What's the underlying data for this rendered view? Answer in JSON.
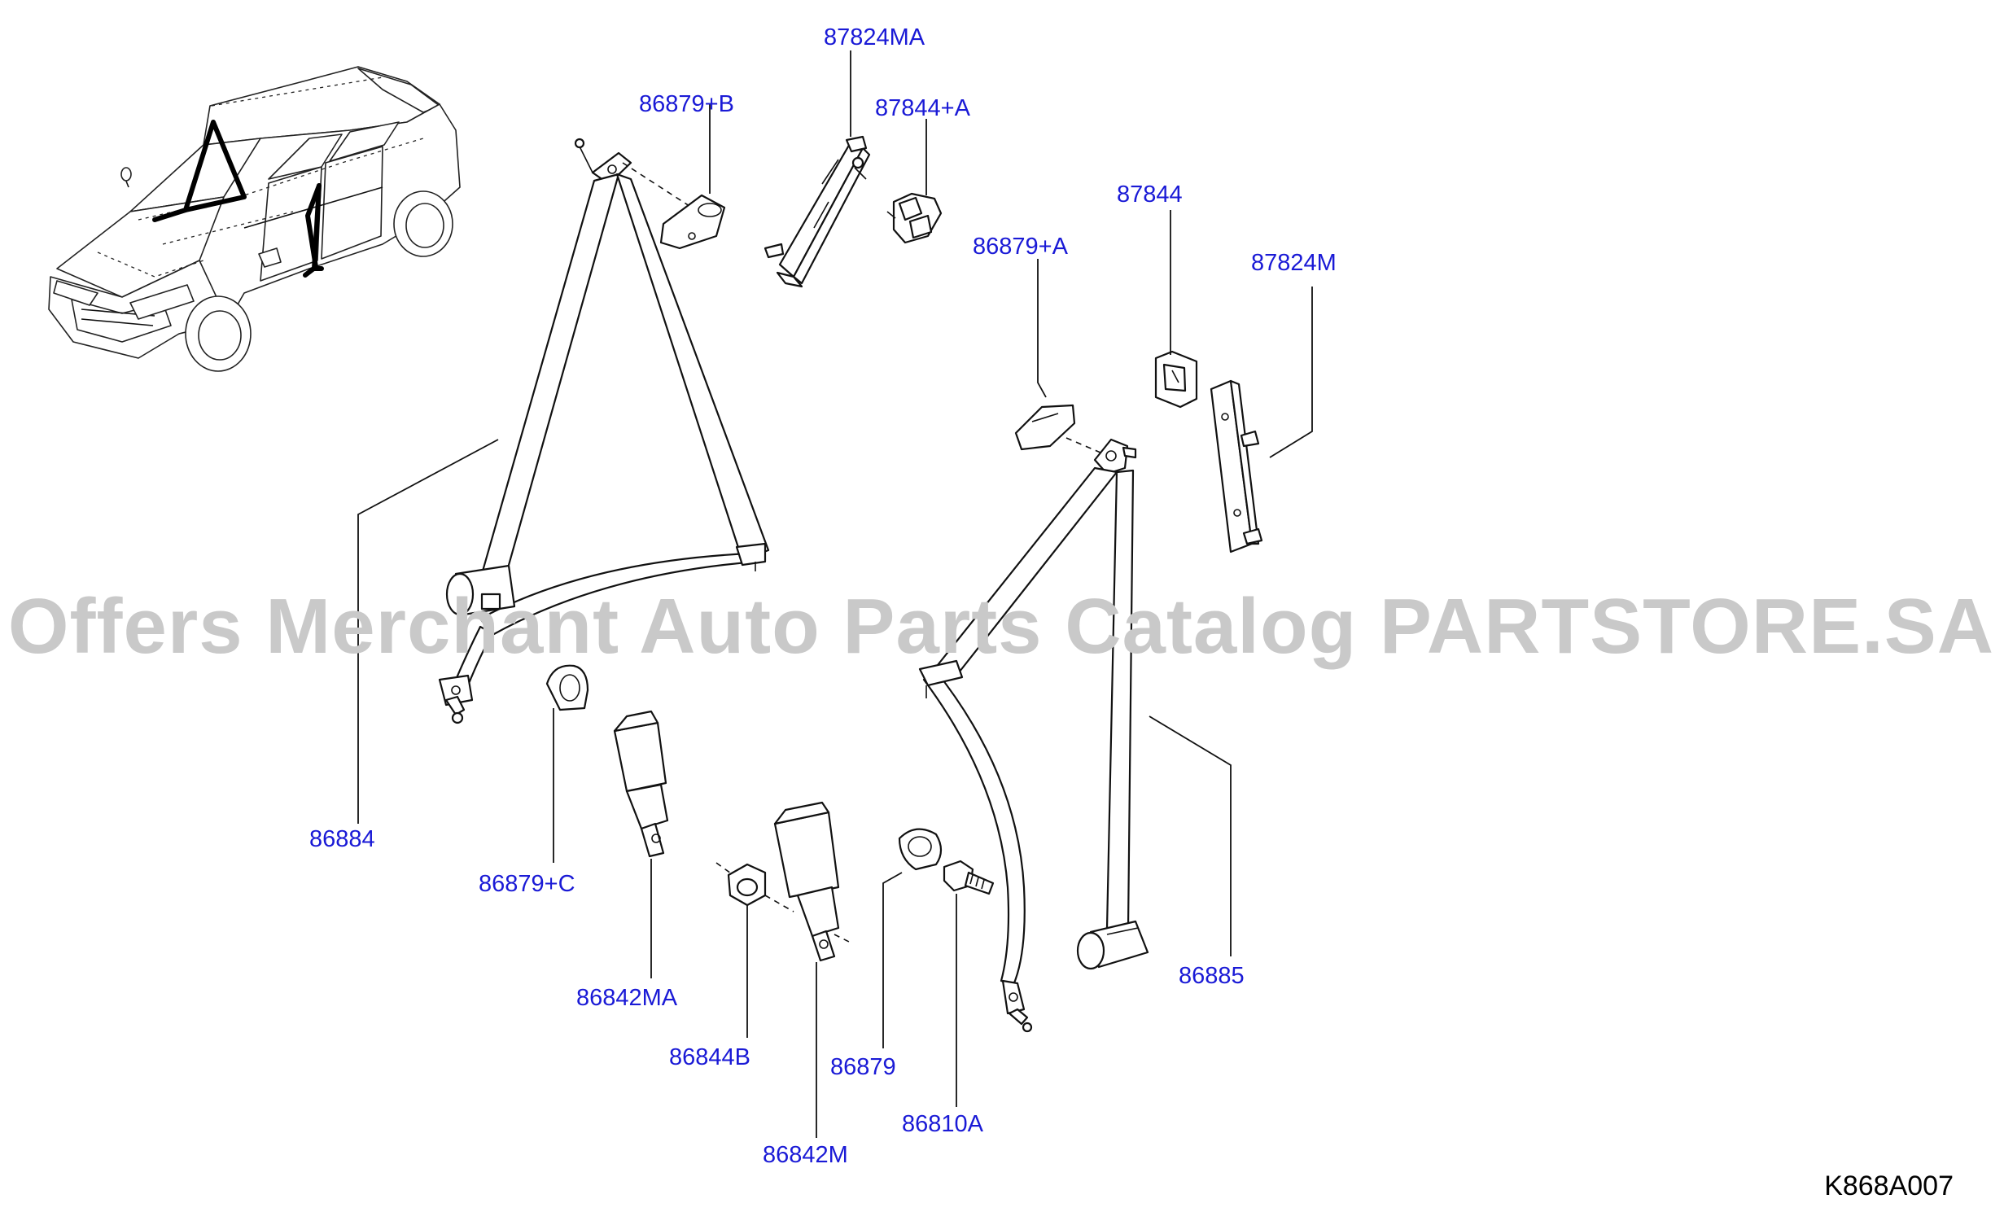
{
  "diagram": {
    "watermark": "Offers Merchant Auto Parts Catalog PARTSTORE.SA",
    "diagram_code": "K868A007",
    "colors": {
      "label": "#1a1ad6",
      "line": "#111111",
      "watermark": "#c9c9c9",
      "background": "#ffffff"
    },
    "parts": [
      {
        "number": "87824MA",
        "part": "upper-anchor-adjuster"
      },
      {
        "number": "86879+B",
        "part": "anchor-cover"
      },
      {
        "number": "87844+A",
        "part": "adjuster-clip"
      },
      {
        "number": "87844",
        "part": "adjuster-clip"
      },
      {
        "number": "86879+A",
        "part": "anchor-cover"
      },
      {
        "number": "87824M",
        "part": "upper-anchor-adjuster"
      },
      {
        "number": "86884",
        "part": "seat-belt-assembly"
      },
      {
        "number": "86879+C",
        "part": "anchor-cover"
      },
      {
        "number": "86842MA",
        "part": "buckle"
      },
      {
        "number": "86844B",
        "part": "spacer-nut"
      },
      {
        "number": "86879",
        "part": "anchor-cover"
      },
      {
        "number": "86810A",
        "part": "anchor-bolt"
      },
      {
        "number": "86842M",
        "part": "buckle"
      },
      {
        "number": "86885",
        "part": "seat-belt-assembly"
      }
    ]
  }
}
